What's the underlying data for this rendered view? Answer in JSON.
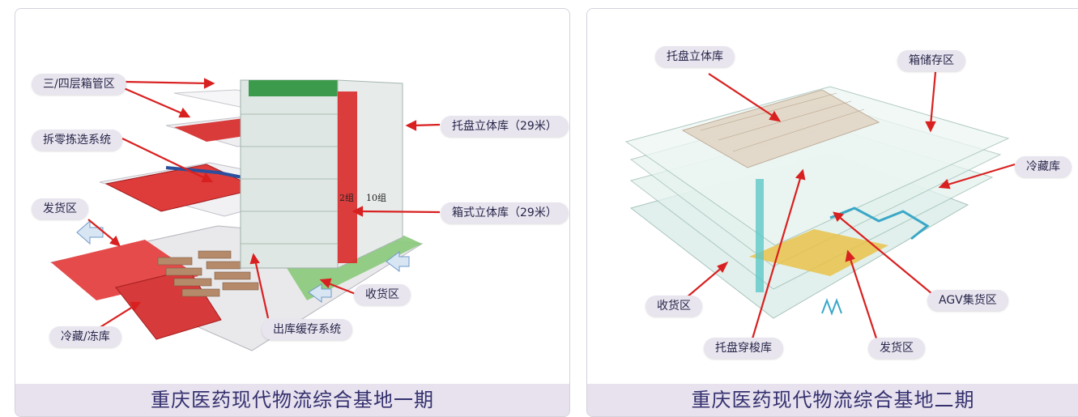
{
  "left": {
    "caption": "重庆医药现代物流综合基地一期",
    "labels": {
      "box_tier": "三/四层箱管区",
      "split_picking": "拆零拣选系统",
      "shipping": "发货区",
      "cold_storage": "冷藏/冻库",
      "pallet_rack": "托盘立体库（29米）",
      "box_rack": "箱式立体库（29米）",
      "receiving": "收货区",
      "outbound_buffer": "出库缓存系统"
    },
    "scene_text": {
      "group_a": "2组",
      "group_b": "10组"
    }
  },
  "right": {
    "caption": "重庆医药现代物流综合基地二期",
    "labels": {
      "pallet_rack": "托盘立体库",
      "box_storage": "箱储存区",
      "cold_room": "冷藏库",
      "receiving": "收货区",
      "agv": "AGV集货区",
      "pallet_shuttle": "托盘穿梭库",
      "shipping": "发货区"
    }
  },
  "colors": {
    "arrow": "#d92020",
    "label_bg": "#e9e5ef",
    "footer_bg": "#e7e2ee",
    "footer_text": "#34306e"
  }
}
